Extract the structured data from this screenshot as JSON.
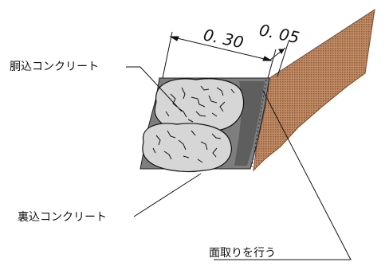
{
  "labels": {
    "body_concrete": "胴込コンクリート",
    "backfill_concrete": "裏込コンクリート",
    "chamfer": "面取りを行う"
  },
  "dimensions": {
    "stone_depth": "0. 30",
    "chamfer_width": "0. 05"
  },
  "colors": {
    "soil": "#b07e5b",
    "concrete_front": "#8a8a8a",
    "concrete_side": "#c9c9c9",
    "stone_fill": "#d8d8d8",
    "line": "#111111"
  }
}
